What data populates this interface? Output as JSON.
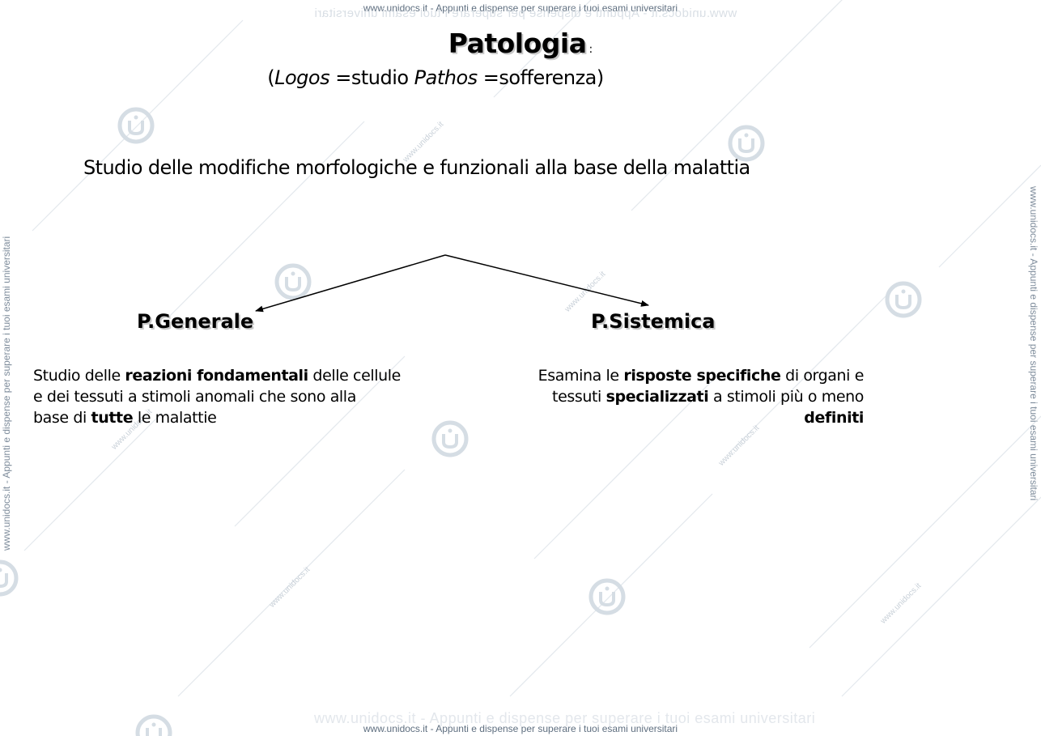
{
  "watermark": {
    "top_text": "www.unidocs.it - Appunti e dispense per superare i tuoi esami universitari",
    "bottom_text": "www.unidocs.it - Appunti e dispense per superare i tuoi esami universitari",
    "side_text": "www.unidocs.it - Appunti e dispense per superare i tuoi esami universitari",
    "diagonal_text": "www.unidocs.it",
    "logo_icon": "unidocs-logo-icon",
    "color": "#6b7e92"
  },
  "diagram": {
    "title": "Patologia",
    "title_suffix": ":",
    "etymology": {
      "open": "(",
      "term1": "Logos",
      "def1": " =studio ",
      "term2": "Pathos",
      "def2": " =sofferenza)"
    },
    "definition": "Studio delle modifiche morfologiche e funzionali alla base della malattia",
    "branches": [
      {
        "title": "P.Generale",
        "lines": [
          [
            {
              "text": "Studio delle ",
              "bold": false
            },
            {
              "text": "reazioni fondamentali",
              "bold": true
            },
            {
              "text": " delle cellule",
              "bold": false
            }
          ],
          [
            {
              "text": "e dei tessuti a stimoli anomali che sono alla",
              "bold": false
            }
          ],
          [
            {
              "text": "base di ",
              "bold": false
            },
            {
              "text": "tutte",
              "bold": true
            },
            {
              "text": " le malattie",
              "bold": false
            }
          ]
        ]
      },
      {
        "title": "P.Sistemica",
        "lines": [
          [
            {
              "text": "Esamina le ",
              "bold": false
            },
            {
              "text": "risposte specifiche",
              "bold": true
            },
            {
              "text": " di organi e",
              "bold": false
            }
          ],
          [
            {
              "text": "tessuti ",
              "bold": false
            },
            {
              "text": "specializzati",
              "bold": true
            },
            {
              "text": " a stimoli più o meno",
              "bold": false
            }
          ],
          [
            {
              "text": "definiti",
              "bold": true
            }
          ]
        ]
      }
    ]
  }
}
